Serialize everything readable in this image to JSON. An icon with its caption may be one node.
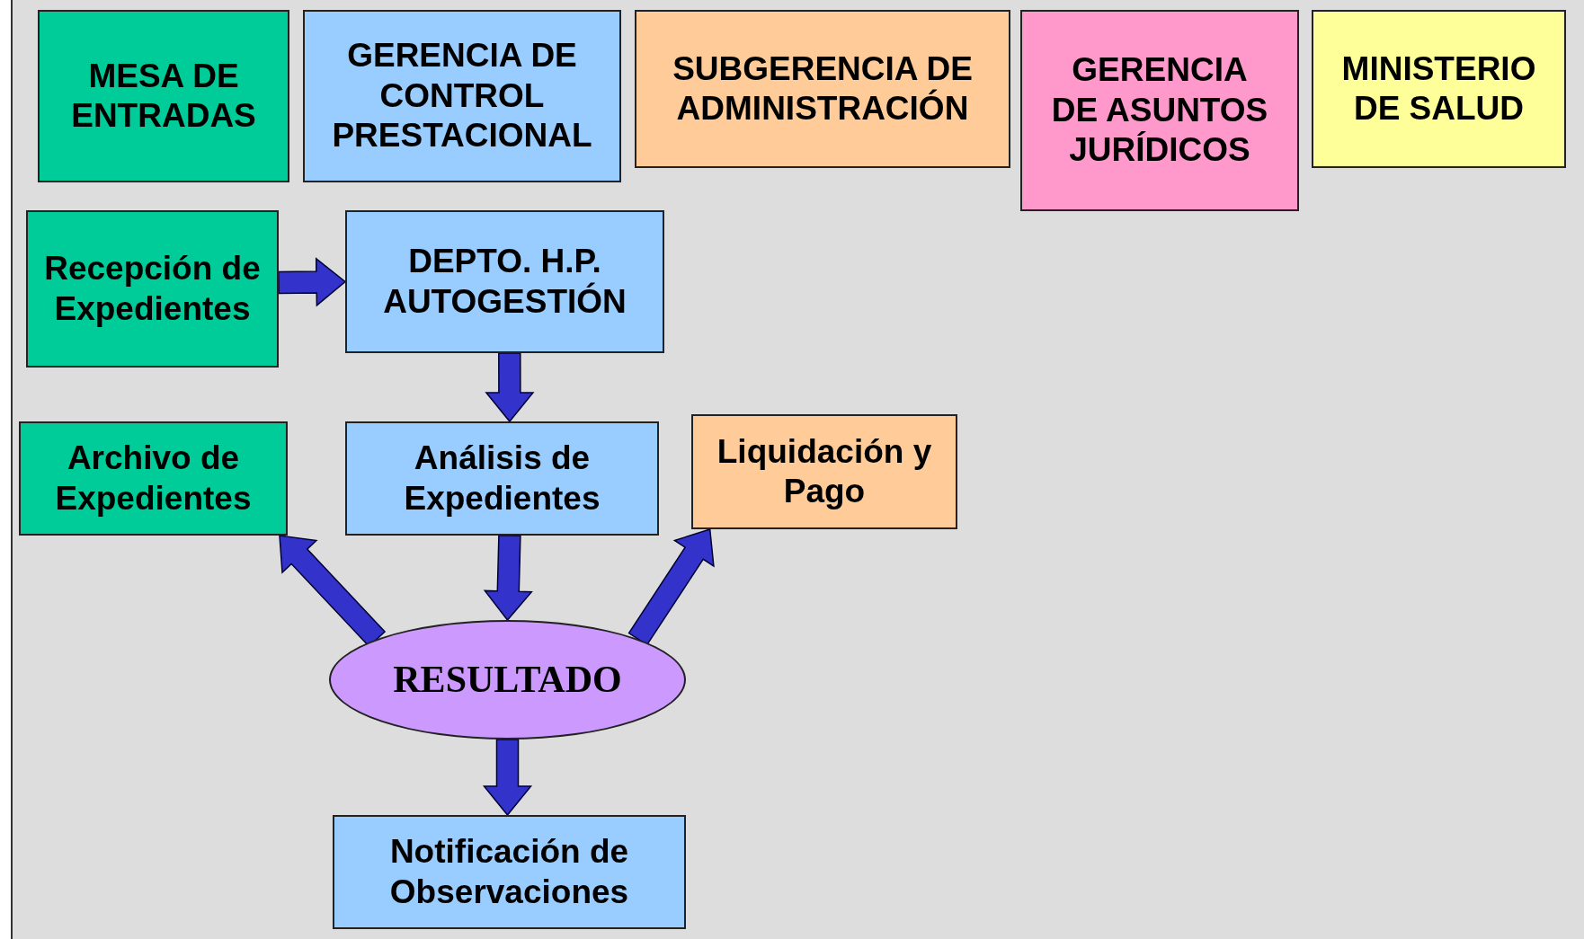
{
  "diagram": {
    "nodes": [
      {
        "text": [
          "MESA DE ENTRADAS"
        ]
      },
      {
        "text": [
          "GERENCIA DE CONTROL PRESTACIONAL"
        ]
      },
      {
        "text": [
          "SUBGERENCIA DE ADMINISTRACIÓN"
        ]
      },
      {
        "text": [
          "GERENCIA DE ASUNTOS JURÍDICOS"
        ]
      },
      {
        "text": [
          "MINISTERIO DE SALUD"
        ]
      },
      {
        "text": [
          "Recepción de Expedientes"
        ]
      },
      {
        "text": [
          "DEPTO. H.P. AUTOGESTIÓN"
        ]
      },
      {
        "text": [
          "Archivo de Expedientes"
        ]
      },
      {
        "text": [
          "Análisis de Expedientes"
        ]
      },
      {
        "text": [
          "Liquidación y Pago"
        ]
      },
      {
        "text": [
          "RESULTADO"
        ]
      },
      {
        "text": [
          "Notificación de Observaciones"
        ]
      }
    ],
    "edges": [
      {
        "from": 5,
        "to": 6,
        "arrow": "to"
      },
      {
        "from": 6,
        "to": 8,
        "arrow": "to"
      },
      {
        "from": 8,
        "to": 10,
        "arrow": "to"
      },
      {
        "from": 10,
        "to": 7,
        "arrow": "to"
      },
      {
        "from": 10,
        "to": 9,
        "arrow": "to"
      },
      {
        "from": 10,
        "to": 11,
        "arrow": "to"
      }
    ]
  }
}
